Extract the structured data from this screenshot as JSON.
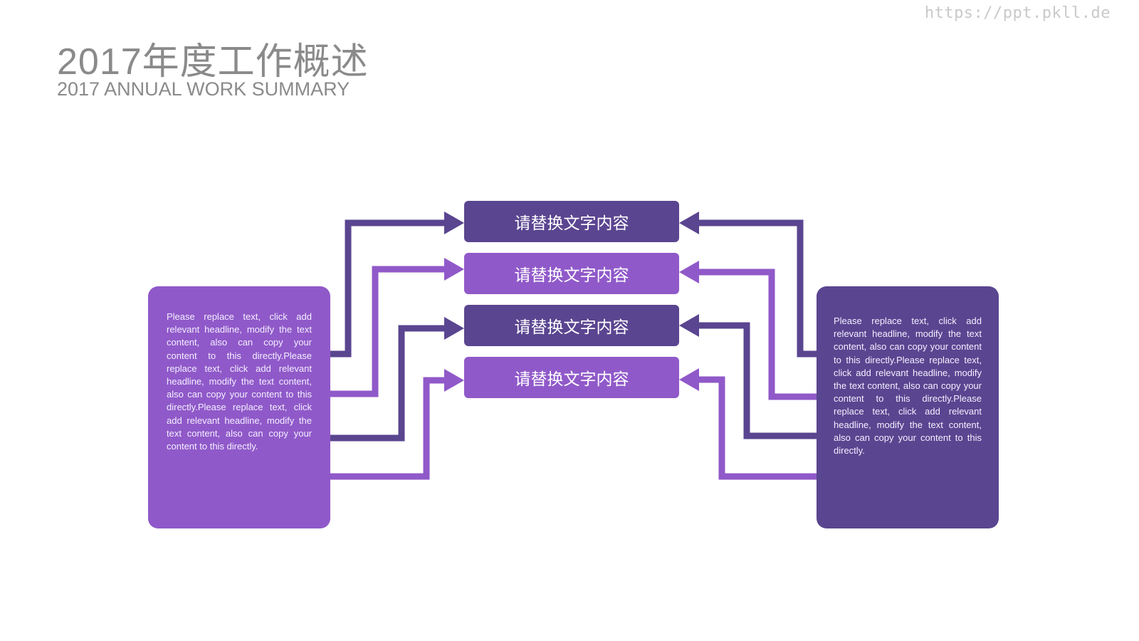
{
  "watermark": "https://ppt.pkll.de",
  "header": {
    "title": "2017年度工作概述",
    "subtitle": "2017 ANNUAL WORK SUMMARY"
  },
  "colors": {
    "dark": "#5a4590",
    "light": "#9059c9"
  },
  "center_boxes": [
    {
      "label": "请替换文字内容",
      "color": "dark"
    },
    {
      "label": "请替换文字内容",
      "color": "light"
    },
    {
      "label": "请替换文字内容",
      "color": "dark"
    },
    {
      "label": "请替换文字内容",
      "color": "light"
    }
  ],
  "left_panel": {
    "text": "Please replace text, click add relevant headline, modify the text content, also can copy your content to this directly.Please replace text, click add relevant headline, modify the text content, also can copy your content to this directly.Please replace text, click add relevant headline, modify the text content, also can copy your content to this directly."
  },
  "right_panel": {
    "text": "Please replace text, click add relevant headline, modify the text content, also can copy your content to this directly.Please replace text, click add relevant headline, modify the text content, also can copy your content to this directly.Please replace text, click add relevant headline, modify the text content, also can copy your content to this directly."
  }
}
